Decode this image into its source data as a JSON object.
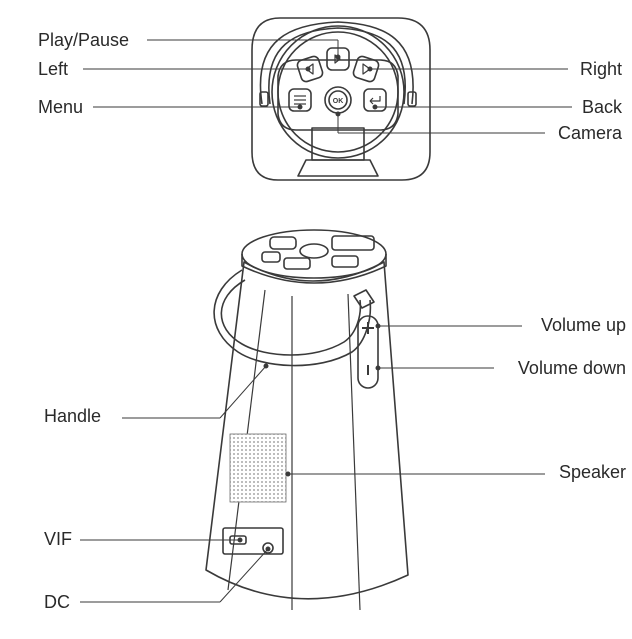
{
  "labels": {
    "play_pause": "Play/Pause",
    "left": "Left",
    "menu": "Menu",
    "right": "Right",
    "back": "Back",
    "camera": "Camera",
    "volume_up": "Volume up",
    "volume_down": "Volume down",
    "handle": "Handle",
    "speaker": "Speaker",
    "vif": "VIF",
    "dc": "DC"
  },
  "icons": {
    "camera_button": "OK"
  },
  "colors": {
    "line": "#3a3a3a",
    "text": "#2a2a2a"
  }
}
